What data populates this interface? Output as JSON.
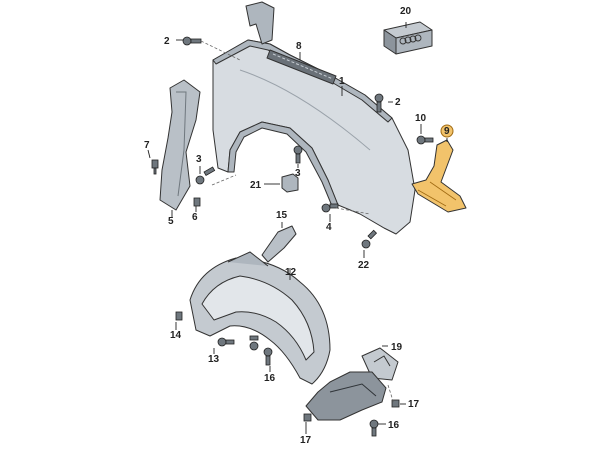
{
  "colors": {
    "part_fill": "#d7dce1",
    "part_shade": "#aeb6be",
    "part_dark": "#8c949c",
    "outline": "#333333",
    "highlight_fill": "#f2c36b",
    "highlight_stroke": "#a06a12",
    "background": "#ffffff"
  },
  "diagram": {
    "callouts": [
      {
        "id": "c2a",
        "text": "2"
      },
      {
        "id": "c8",
        "text": "8"
      },
      {
        "id": "c1",
        "text": "1"
      },
      {
        "id": "c2b",
        "text": "2"
      },
      {
        "id": "c10",
        "text": "10"
      },
      {
        "id": "c9",
        "text": "9"
      },
      {
        "id": "c20",
        "text": "20"
      },
      {
        "id": "c7",
        "text": "7"
      },
      {
        "id": "c3a",
        "text": "3"
      },
      {
        "id": "c3b",
        "text": "3"
      },
      {
        "id": "c21",
        "text": "21"
      },
      {
        "id": "c6",
        "text": "6"
      },
      {
        "id": "c5",
        "text": "5"
      },
      {
        "id": "c15",
        "text": "15"
      },
      {
        "id": "c4",
        "text": "4"
      },
      {
        "id": "c22",
        "text": "22"
      },
      {
        "id": "c12",
        "text": "12"
      },
      {
        "id": "c14",
        "text": "14"
      },
      {
        "id": "c13",
        "text": "13"
      },
      {
        "id": "c16a",
        "text": "16"
      },
      {
        "id": "c19",
        "text": "19"
      },
      {
        "id": "c17a",
        "text": "17"
      },
      {
        "id": "c16b",
        "text": "16"
      },
      {
        "id": "c17b",
        "text": "17"
      }
    ],
    "badge_logo": "four-rings"
  }
}
